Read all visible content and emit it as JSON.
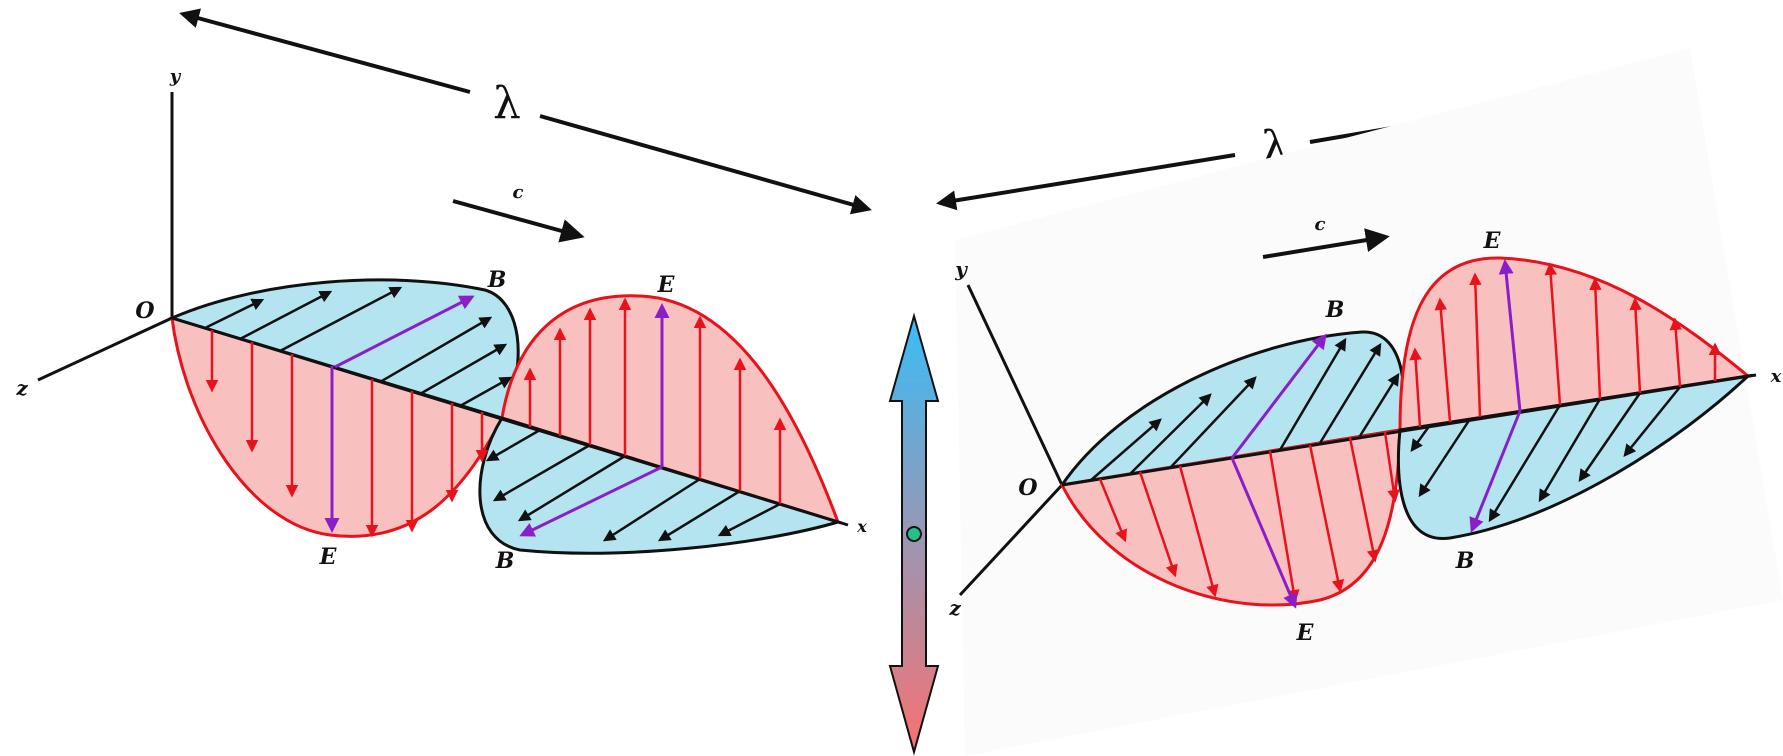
{
  "colors": {
    "electric": "#e8121b",
    "electric_fill": "#f9c0c0",
    "magnetic": "#111111",
    "magnetic_fill": "#b4e4f0",
    "highlight": "#8a1ec8",
    "arrow_top": "#38bdf8",
    "arrow_bottom": "#f87171",
    "dot": "#22c08a"
  },
  "wavelength_label": "λ",
  "left_wave": {
    "origin": "O",
    "axis_y": "y",
    "axis_z": "z",
    "axis_x": "x",
    "speed": "c",
    "field_e": "E",
    "field_b": "B"
  },
  "right_wave": {
    "origin": "O",
    "axis_y": "y",
    "axis_z": "z",
    "axis_x": "x",
    "speed": "c",
    "field_e": "E",
    "field_b": "B"
  }
}
